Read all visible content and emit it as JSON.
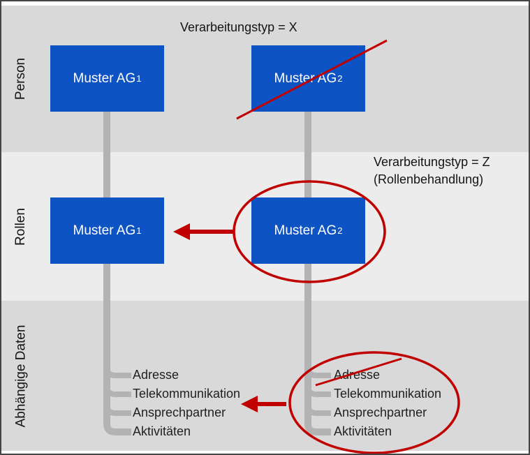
{
  "rows": [
    {
      "label": "Person"
    },
    {
      "label": "Rollen"
    },
    {
      "label": "Abhängige Daten"
    }
  ],
  "annotations": {
    "processing_type_x": "Verarbeitungstyp = X",
    "processing_type_z": "Verarbeitungstyp = Z",
    "role_handling": "(Rollenbehandlung)"
  },
  "boxes": {
    "person_left": {
      "label": "Muster AG",
      "sub": "1"
    },
    "person_right": {
      "label": "Muster AG",
      "sub": "2"
    },
    "roles_left": {
      "label": "Muster AG",
      "sub": "1"
    },
    "roles_right": {
      "label": "Muster AG",
      "sub": "2"
    }
  },
  "dependent_items": [
    "Adresse",
    "Telekommunikation",
    "Ansprechpartner",
    "Aktivitäten"
  ],
  "colors": {
    "box_blue": "#0e53c3",
    "band_gray": "#d9d9d9",
    "band_light_gray": "#ececec",
    "connector_gray": "#b3b3b3",
    "annotation_red": "#c00000",
    "border": "#454545"
  }
}
